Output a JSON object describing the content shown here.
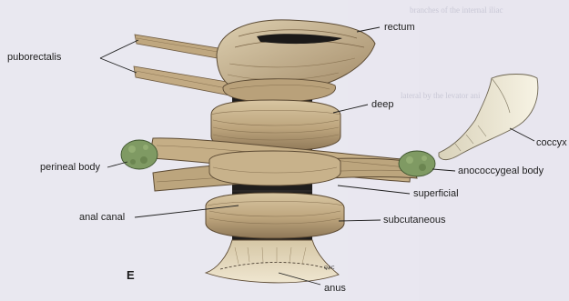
{
  "figure": {
    "panel_letter": "E",
    "artist_signature": "QAC",
    "labels": {
      "rectum": "rectum",
      "puborectalis": "puborectalis",
      "deep": "deep",
      "coccyx": "coccyx",
      "perineal_body": "perineal body",
      "anococcygeal_body": "anococcygeal body",
      "superficial": "superficial",
      "anal_canal": "anal canal",
      "subcutaneous": "subcutaneous",
      "anus": "anus"
    }
  },
  "colors": {
    "background": "#eceaf2",
    "muscle": "#c9b48e",
    "muscle_dark": "#9d8562",
    "canal": "#1f1d1c",
    "tissue_green": "#7f9a63",
    "bone": "#f3eedc"
  }
}
